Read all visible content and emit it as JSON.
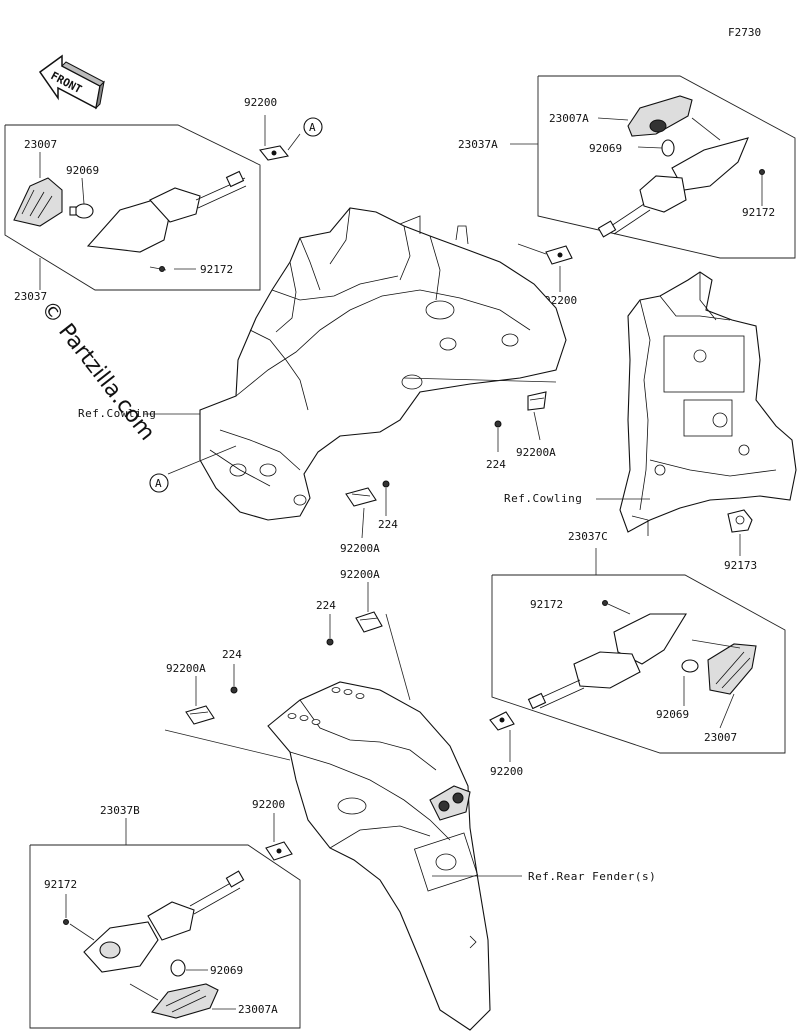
{
  "figure_code": "F2730",
  "watermark": "© Partzilla.com",
  "front_label": "FRONT",
  "callouts": {
    "circle_a": "A"
  },
  "refs": {
    "cowling_left": "Ref.Cowling",
    "cowling_right": "Ref.Cowling",
    "rear_fender": "Ref.Rear Fender(s)"
  },
  "assemblies": {
    "front_left": {
      "number": "23037",
      "parts": {
        "lens": "23007",
        "bulb": "92069",
        "screw": "92172",
        "bracket": "92200"
      }
    },
    "front_right": {
      "number": "23037A",
      "parts": {
        "lens": "23007A",
        "bulb": "92069",
        "screw": "92172",
        "bracket": "92200"
      }
    },
    "rear_right": {
      "number": "23037C",
      "parts": {
        "lens": "23007",
        "bulb": "92069",
        "screw": "92172",
        "bracket": "92200"
      }
    },
    "rear_left": {
      "number": "23037B",
      "parts": {
        "lens": "23007A",
        "bulb": "92069",
        "screw": "92172",
        "bracket": "92200"
      }
    }
  },
  "misc_parts": {
    "clip_1": "92200A",
    "clip_2": "92200A",
    "clip_3": "92200A",
    "clip_4": "92200A",
    "bolt_1": "224",
    "bolt_2": "224",
    "bolt_3": "224",
    "bolt_4": "224",
    "grommet": "92173"
  }
}
